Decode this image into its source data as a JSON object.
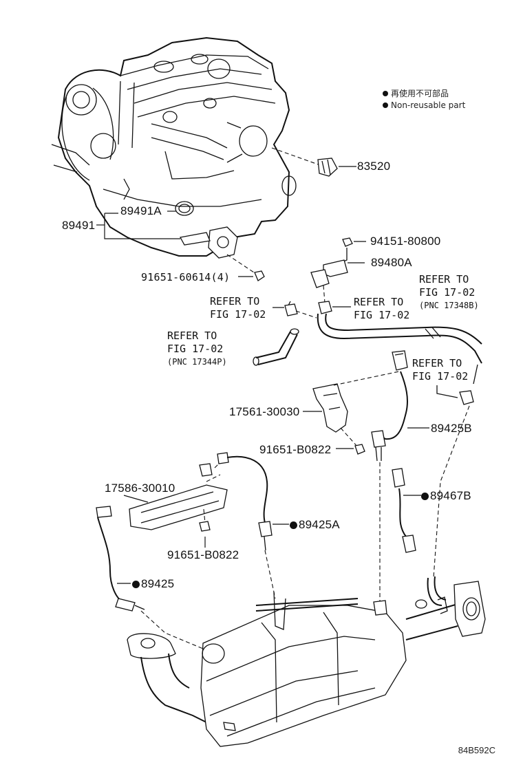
{
  "legend": {
    "jp": "再使用不可部品",
    "en": "Non-reusable part"
  },
  "parts": {
    "p83520": "83520",
    "p89491A": "89491A",
    "p89491": "89491",
    "p91651_60614": "91651-60614(4)",
    "p94151_80800": "94151-80800",
    "p89480A": "89480A",
    "p17561_30030": "17561-30030",
    "p91651_B0822_a": "91651-B0822",
    "p89425B": "89425B",
    "p89467B": "89467B",
    "p17586_30010": "17586-30010",
    "p89425A": "89425A",
    "p91651_B0822_b": "91651-B0822",
    "p89425": "89425"
  },
  "refers": {
    "r1": {
      "l1": "REFER TO",
      "l2": "FIG 17-02"
    },
    "r2": {
      "l1": "REFER TO",
      "l2": "FIG 17-02"
    },
    "r3": {
      "l1": "REFER TO",
      "l2": "FIG 17-02",
      "pnc": "(PNC 17348B)"
    },
    "r4": {
      "l1": "REFER TO",
      "l2": "FIG 17-02",
      "pnc": "(PNC 17344P)"
    },
    "r5": {
      "l1": "REFER TO",
      "l2": "FIG 17-02"
    }
  },
  "figure_code": "84B592C"
}
